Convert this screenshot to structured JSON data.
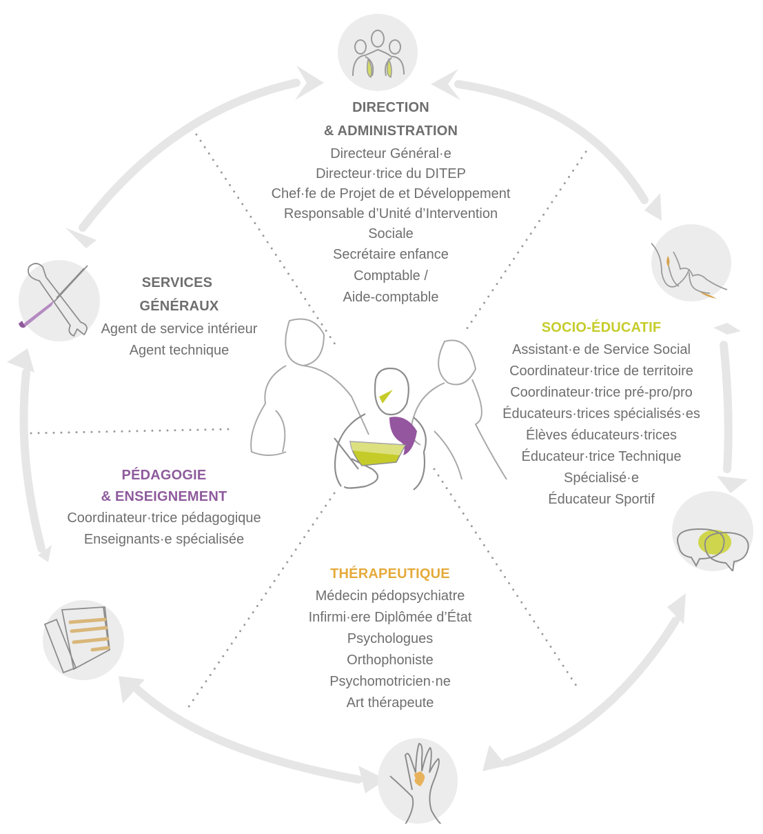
{
  "diagram": {
    "colors": {
      "text": "#6e6e6e",
      "heading_gray": "#6e6e6e",
      "socio_educatif": "#c5cc2a",
      "pedagogie": "#8e5b9c",
      "therapeutique": "#e5aa3a",
      "arrow": "#e6e6e6",
      "icon_circle": "#ececec"
    },
    "sections": {
      "direction": {
        "heading": [
          "DIRECTION",
          "& ADMINISTRATION"
        ],
        "items": [
          "Directeur Général·e",
          "Directeur·trice du DITEP",
          "Chef·fe de Projet de et Développement",
          "Responsable d’Unité d’Intervention",
          "Sociale",
          "Secrétaire enfance",
          "Comptable /",
          "Aide-comptable"
        ]
      },
      "socio_educatif": {
        "heading": [
          "SOCIO-ÉDUCATIF"
        ],
        "items": [
          "Assistant·e de Service Social",
          "Coordinateur·trice de territoire",
          "Coordinateur·trice  pré-pro/pro",
          "Éducateurs·trices spécialisés·es",
          "Élèves éducateurs·trices",
          "Éducateur·trice Technique",
          "Spécialisé·e",
          "Éducateur Sportif"
        ]
      },
      "services_generaux": {
        "heading": [
          "SERVICES",
          "GÉNÉRAUX"
        ],
        "items": [
          "Agent de service intérieur",
          "Agent technique"
        ]
      },
      "pedagogie": {
        "heading": [
          "PÉDAGOGIE",
          "& ENSEIGNEMENT"
        ],
        "items": [
          "Coordinateur·trice pédagogique",
          "Enseignants·e spécialisée"
        ]
      },
      "therapeutique": {
        "heading": [
          "THÉRAPEUTIQUE"
        ],
        "items": [
          "Médecin pédopsychiatre",
          "Infirmi·ere Diplômée d’État",
          "Psychologues",
          "Orthophoniste",
          "Psychomotricien·ne",
          "Art thérapeute"
        ]
      }
    },
    "icons": [
      "group-people-icon",
      "holding-hands-icon",
      "speech-bubbles-icon",
      "hand-heart-icon",
      "documents-icon",
      "tools-icon",
      "family-illustration"
    ]
  }
}
